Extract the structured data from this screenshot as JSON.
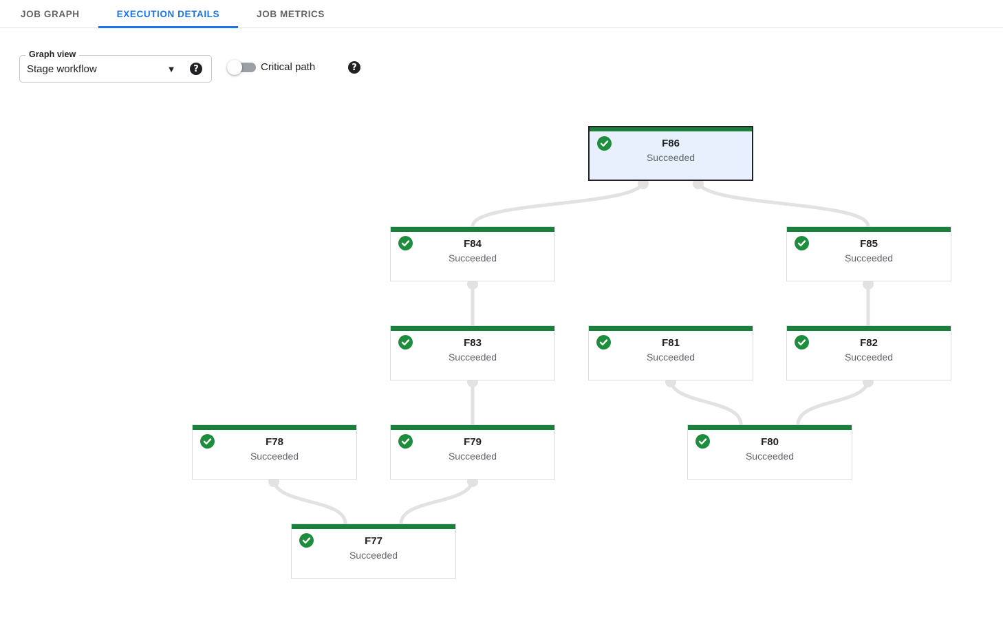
{
  "header": {
    "tabs": [
      {
        "label": "JOB GRAPH",
        "active": false
      },
      {
        "label": "EXECUTION DETAILS",
        "active": true
      },
      {
        "label": "JOB METRICS",
        "active": false
      }
    ]
  },
  "controls": {
    "graph_view": {
      "label": "Graph view",
      "value": "Stage workflow"
    },
    "critical_path": {
      "label": "Critical path",
      "state": "off"
    }
  },
  "icons": {
    "dropdown_glyph": "▼",
    "help_glyph": "?",
    "status_icon": "check-circle-icon"
  },
  "graph": {
    "nodes": [
      {
        "id": "F86",
        "status": "Succeeded",
        "selected": true
      },
      {
        "id": "F84",
        "status": "Succeeded",
        "selected": false
      },
      {
        "id": "F85",
        "status": "Succeeded",
        "selected": false
      },
      {
        "id": "F83",
        "status": "Succeeded",
        "selected": false
      },
      {
        "id": "F81",
        "status": "Succeeded",
        "selected": false
      },
      {
        "id": "F82",
        "status": "Succeeded",
        "selected": false
      },
      {
        "id": "F78",
        "status": "Succeeded",
        "selected": false
      },
      {
        "id": "F79",
        "status": "Succeeded",
        "selected": false
      },
      {
        "id": "F80",
        "status": "Succeeded",
        "selected": false
      },
      {
        "id": "F77",
        "status": "Succeeded",
        "selected": false
      }
    ],
    "edges": [
      {
        "from": "F86",
        "to": "F84"
      },
      {
        "from": "F86",
        "to": "F85"
      },
      {
        "from": "F84",
        "to": "F83"
      },
      {
        "from": "F85",
        "to": "F82"
      },
      {
        "from": "F83",
        "to": "F79"
      },
      {
        "from": "F81",
        "to": "F80"
      },
      {
        "from": "F82",
        "to": "F80"
      },
      {
        "from": "F78",
        "to": "F77"
      },
      {
        "from": "F79",
        "to": "F77"
      }
    ]
  },
  "colors": {
    "active_tab": "#1a73e8",
    "inactive_tab": "#5f6368",
    "status_bar_green": "#188038",
    "check_icon_green": "#1e8e3e",
    "selected_node_bg": "#e8f0fe",
    "selected_node_border": "#202124",
    "node_border": "#dadce0",
    "edge_gray": "#e2e2e2",
    "status_text": "#5f6368"
  }
}
